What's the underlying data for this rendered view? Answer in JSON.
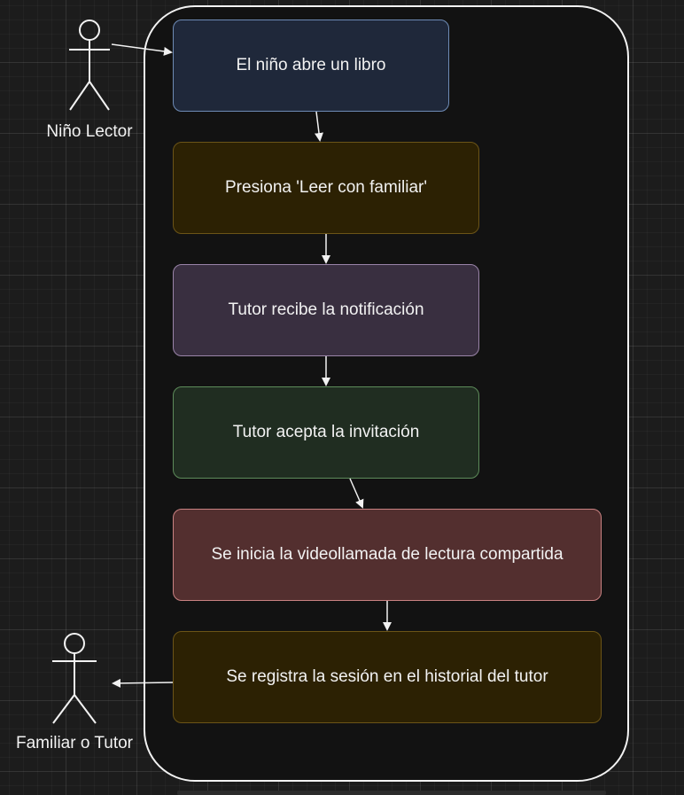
{
  "actors": {
    "reader": {
      "label": "Niño Lector"
    },
    "tutor": {
      "label": "Familiar o Tutor"
    }
  },
  "steps": [
    {
      "label": "El niño abre un libro"
    },
    {
      "label": "Presiona 'Leer con familiar'"
    },
    {
      "label": "Tutor recibe la notificación"
    },
    {
      "label": "Tutor acepta la invitación"
    },
    {
      "label": "Se inicia la videollamada de lectura compartida"
    },
    {
      "label": "Se registra la sesión en el historial del tutor"
    }
  ],
  "colors": {
    "background": "#1c1c1c",
    "boundary_fill": "#121212",
    "boundary_stroke": "#f2f2f2",
    "text": "#f2f2f2",
    "step_1_fill": "#1f283a",
    "step_2_fill": "#2c2103",
    "step_3_fill": "#392f40",
    "step_4_fill": "#202d21",
    "step_5_fill": "#532f2f",
    "step_6_fill": "#2c2103"
  }
}
